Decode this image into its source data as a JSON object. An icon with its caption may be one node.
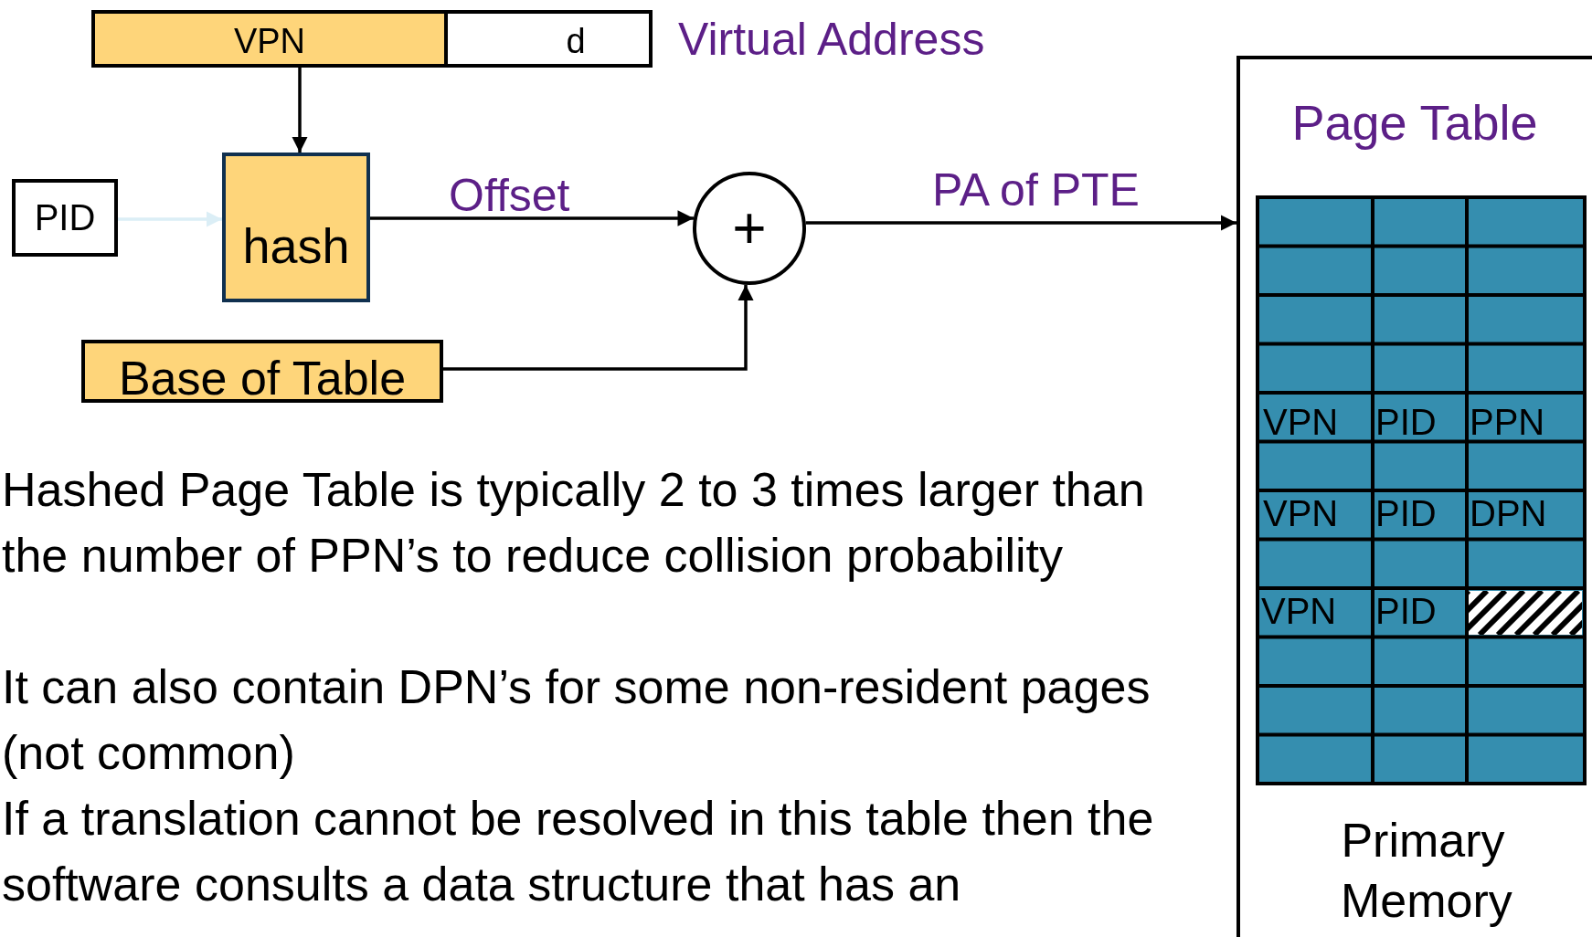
{
  "diagram": {
    "nodes": [
      {
        "text": [
          "VPN"
        ]
      },
      {
        "text": [
          "d"
        ]
      },
      {
        "text": [
          "PID"
        ]
      },
      {
        "text": [
          "hash"
        ]
      },
      {
        "text": [
          "+"
        ]
      },
      {
        "text": [
          "Base of Table"
        ]
      },
      {
        "text": [
          "Page Table",
          "Primary Memory"
        ]
      }
    ],
    "edges": [
      {
        "from": 0,
        "to": 3,
        "arrow": "to"
      },
      {
        "from": 2,
        "to": 3,
        "arrow": "to",
        "color": "#dbeef6"
      },
      {
        "from": 3,
        "to": 4,
        "arrow": "to",
        "label": "Offset"
      },
      {
        "from": 5,
        "to": 4,
        "arrow": "to"
      },
      {
        "from": 4,
        "to": 6,
        "arrow": "to",
        "label": "PA of PTE"
      }
    ],
    "labels": [
      "Virtual Address",
      "VPN",
      "PID",
      "PPN",
      "VPN",
      "PID",
      "DPN",
      "VPN",
      "PID",
      "Hashed Page Table is typically 2 to 3 times larger than the number of PPN’s to reduce collision probability",
      "It can also contain DPN’s for some non-resident pages (not common)",
      "If a translation cannot be resolved in this table then the software consults a data structure that has an"
    ]
  }
}
